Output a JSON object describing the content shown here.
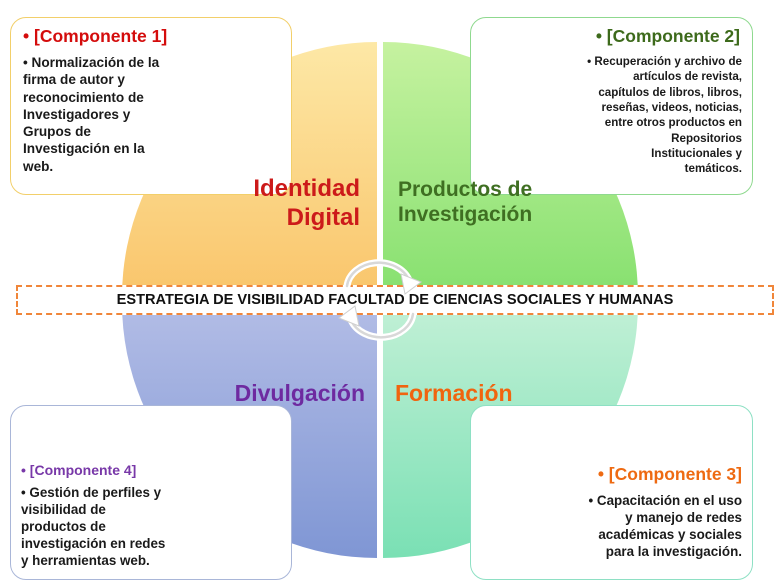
{
  "components": {
    "c1": {
      "title": "• [Componente 1]",
      "lines": [
        "• Normalización de la",
        "firma de autor y",
        "reconocimiento de",
        "Investigadores y",
        "Grupos de",
        "Investigación en la",
        "web."
      ]
    },
    "c2": {
      "title": "• [Componente 2]",
      "lines": [
        "• Recuperación y archivo de",
        "artículos de revista,",
        "capítulos de libros, libros,",
        "reseñas, videos, noticias,",
        "entre otros productos en",
        "Repositorios",
        "Institucionales y",
        "temáticos."
      ]
    },
    "c3": {
      "title": "• [Componente 3]",
      "lines": [
        "• Capacitación en el uso",
        "y manejo de redes",
        "académicas y sociales",
        "para la investigación."
      ]
    },
    "c4": {
      "title": "• [Componente 4]",
      "lines": [
        "• Gestión de perfiles y",
        "visibilidad de",
        "productos de",
        "investigación en redes",
        "y herramientas web."
      ]
    }
  },
  "quadrants": {
    "identity": [
      "Identidad",
      "Digital"
    ],
    "products": [
      "Productos de",
      "Investigación"
    ],
    "outreach": [
      "Divulgación"
    ],
    "training": [
      "Formación"
    ]
  },
  "banner": "ESTRATEGIA DE VISIBILIDAD FACULTAD DE CIENCIAS SOCIALES Y HUMANAS",
  "colors": {
    "q_identity_from": "#fde8a6",
    "q_identity_to": "#f9c56b",
    "q_products_from": "#c6f2a0",
    "q_products_to": "#86e06f",
    "q_outreach_from": "#b3bde6",
    "q_outreach_to": "#7f96d4",
    "q_training_from": "#c2f0d6",
    "q_training_to": "#7ae0b4",
    "banner_border": "#f0863a"
  }
}
